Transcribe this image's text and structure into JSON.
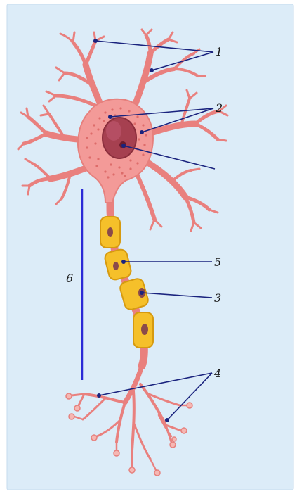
{
  "figure": {
    "labels": {
      "dendrites": "1",
      "cytoplasm": "2",
      "schwann_cell_nucleus": "3",
      "axon_terminals": "4",
      "myelin_sheath": "5",
      "axon": "6"
    },
    "colors": {
      "panel_background": "#dcecf8",
      "membrane": "#e9807e",
      "membrane_fill": "#f29794",
      "soma_fill": "#f39a98",
      "granules": "#dd6c6a",
      "nucleus_fill": "#a64050",
      "nucleolus": "#6c1c2c",
      "myelin": "#f5c02a",
      "myelin_edge": "#d69a10",
      "schwann_nucleus": "#8a4a4a",
      "leader_line": "#1a237e",
      "axon_bracket": "#2b2bd6",
      "terminal_bulb": "#f6b7b3"
    }
  }
}
